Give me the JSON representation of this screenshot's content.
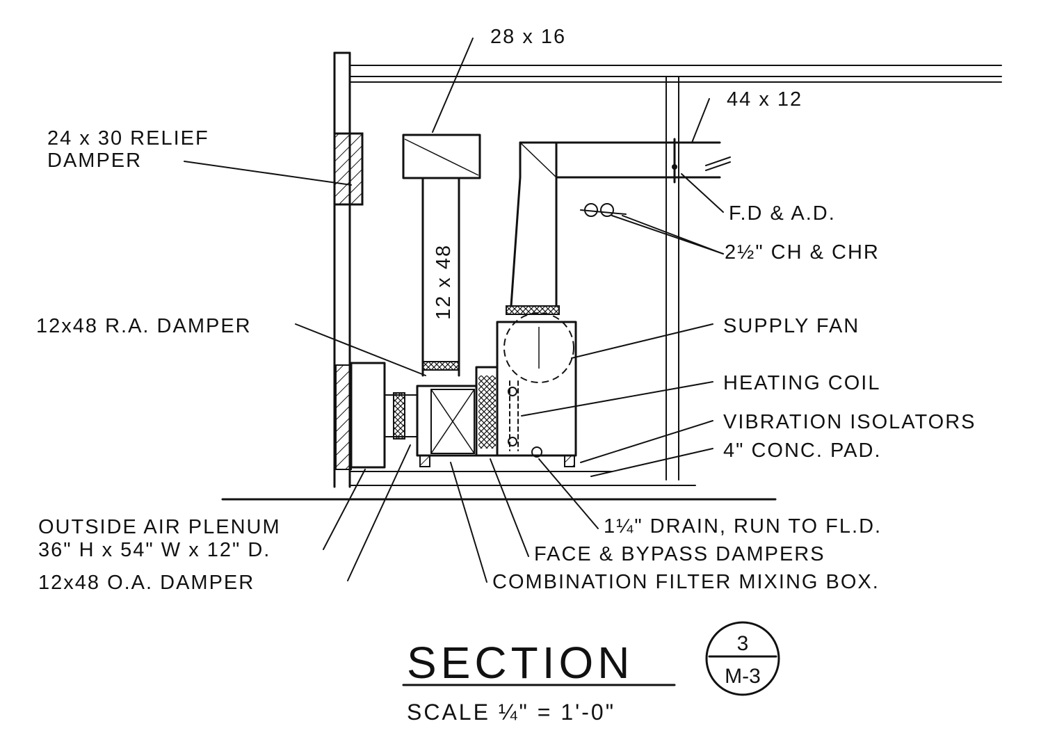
{
  "labels": {
    "duct_28x16": "28 x 16",
    "duct_44x12": "44 x 12",
    "relief_damper_line1": "24 x 30 RELIEF",
    "relief_damper_line2": "DAMPER",
    "fd_ad": "F.D & A.D.",
    "chilled_water": "2½\" CH & CHR",
    "return_duct": "12 x 48",
    "ra_damper": "12x48 R.A. DAMPER",
    "supply_fan": "SUPPLY FAN",
    "heating_coil": "HEATING COIL",
    "vibration_isolators": "VIBRATION ISOLATORS",
    "conc_pad": "4\" CONC. PAD.",
    "oa_plenum_line1": "OUTSIDE AIR PLENUM",
    "oa_plenum_line2": "36\" H x 54\" W x 12\" D.",
    "oa_damper": "12x48 O.A. DAMPER",
    "drain": "1¼\" DRAIN, RUN TO FL.D.",
    "face_bypass": "FACE & BYPASS DAMPERS",
    "mixing_box": "COMBINATION FILTER MIXING BOX."
  },
  "title_block": {
    "title": "SECTION",
    "scale": "SCALE ¼\" = 1'-0\"",
    "ref_number": "3",
    "ref_sheet": "M-3"
  }
}
